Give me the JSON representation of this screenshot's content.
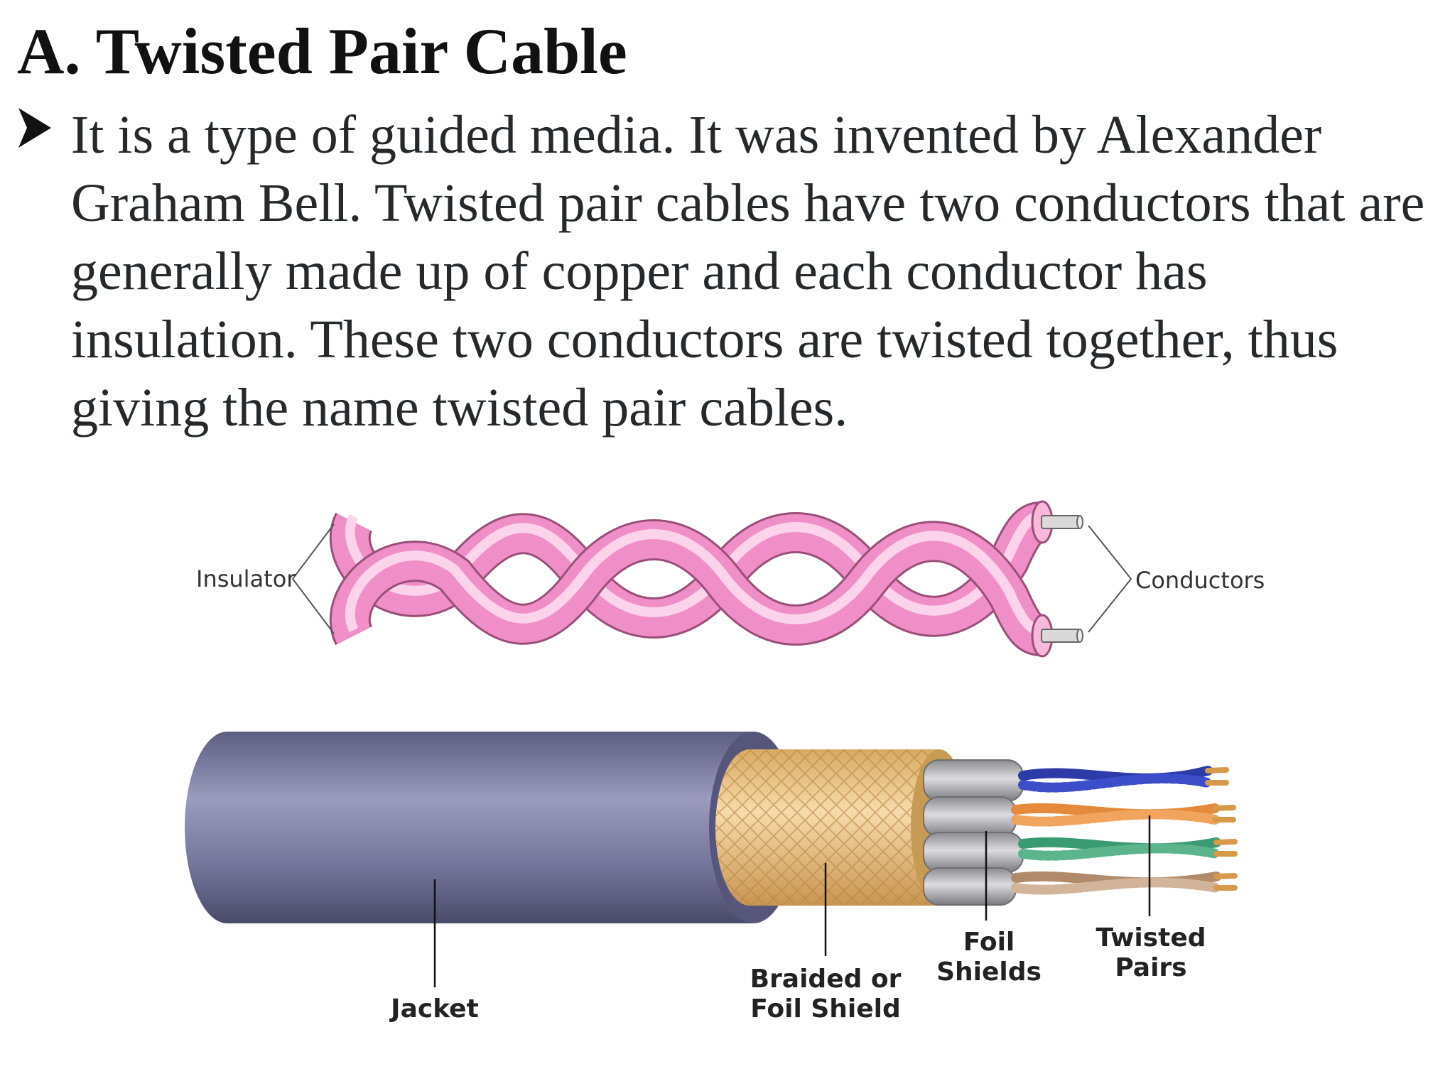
{
  "slide": {
    "title": "A. Twisted Pair Cable",
    "bullet_icon": "arrowhead-bullet-icon",
    "bullet_text": "It is a type of guided media. It was invented by Alexander Graham Bell. Twisted pair cables have two conductors that are generally made up of copper and each conductor has insulation. These two conductors are twisted together, thus giving the name twisted pair cables."
  },
  "twisted_pair_diagram": {
    "insulator_label": "Insulator",
    "conductors_label": "Conductors",
    "colors": {
      "insulator": "#f08ec8",
      "insulator_edge": "#9a4f78",
      "conductor": "#d9d9d9"
    }
  },
  "cable_diagram": {
    "jacket_label": "Jacket",
    "shield_label_line1": "Braided or",
    "shield_label_line2": "Foil Shield",
    "foil_label_line1": "Foil",
    "foil_label_line2": "Shields",
    "pairs_label_line1": "Twisted",
    "pairs_label_line2": "Pairs",
    "colors": {
      "jacket": "#6f7095",
      "braid": "#e8c58a",
      "foil": "#a9a9ad",
      "pair_blue": "#2c3ba8",
      "pair_orange": "#e58a3a",
      "pair_green": "#3a9a72",
      "pair_brown": "#b08a6a",
      "copper_tip": "#d69a4a"
    }
  }
}
